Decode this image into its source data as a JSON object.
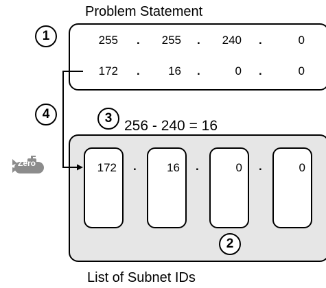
{
  "diagram": {
    "problem_title": "Problem Statement",
    "list_title": "List of Subnet IDs",
    "formula": "256 - 240 = 16",
    "step_markers": [
      "1",
      "2",
      "3",
      "4"
    ],
    "mask_octets": [
      "255",
      "255",
      "240",
      "0"
    ],
    "address_octets": [
      "172",
      "16",
      "0",
      "0"
    ],
    "separator": ".",
    "subnet_cells": [
      "172",
      "16",
      "0",
      "0"
    ],
    "badge": {
      "icon": "submarine-icon",
      "label": "Zero"
    },
    "colors": {
      "list_panel_fill": "#e6e6e6",
      "badge_fill": "#8c8c8c",
      "outline": "#000000"
    }
  }
}
